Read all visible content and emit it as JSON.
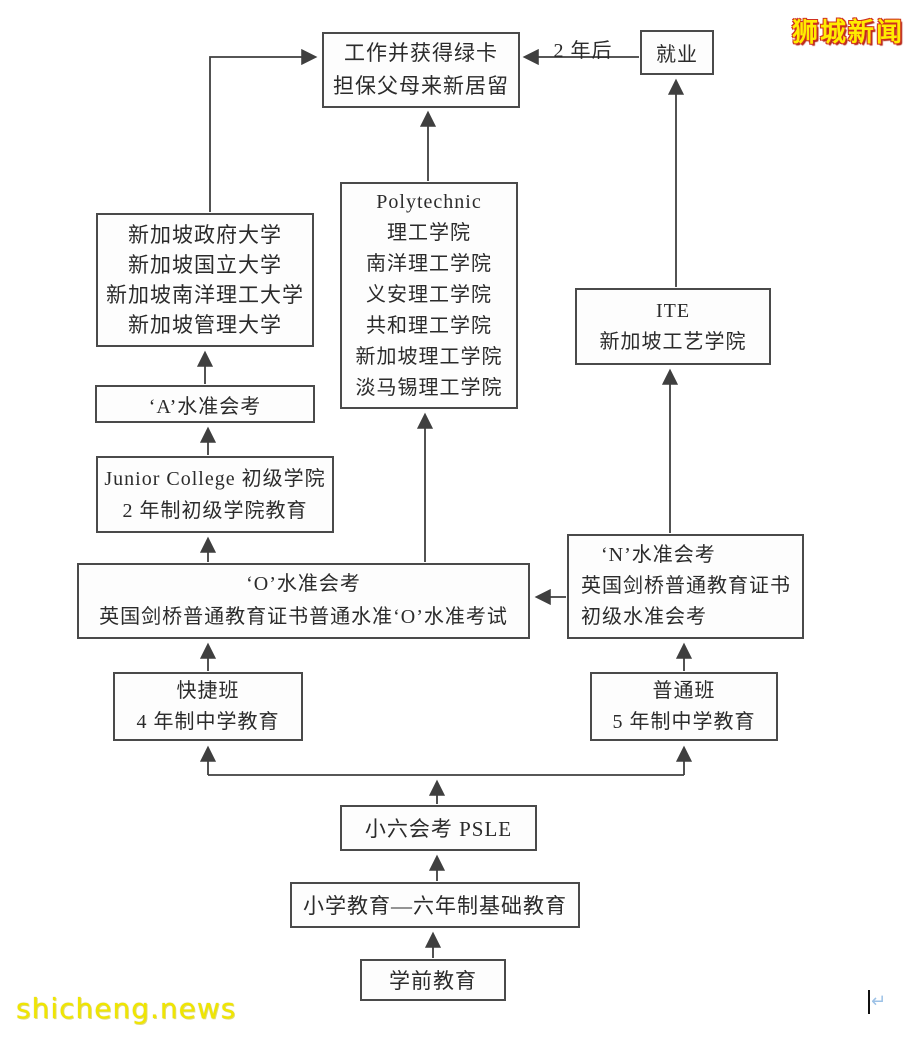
{
  "watermarks": {
    "top_right": "狮城新闻",
    "bottom_left": "shicheng.news"
  },
  "edge_labels": {
    "two_years_after": "2 年后"
  },
  "icons": {
    "return_mark": "↵"
  },
  "colors": {
    "line": "#3f3f3f",
    "box_border": "#4a4a4a",
    "text": "#2b2b2b",
    "watermark_yellow": "#ffec00",
    "watermark_red_outline": "#d03020",
    "return_mark_blue": "#9cc1e6"
  },
  "nodes": {
    "work_green_card": {
      "lines": [
        "工作并获得绿卡",
        "担保父母来新居留"
      ]
    },
    "employment": {
      "lines": [
        "就业"
      ]
    },
    "universities": {
      "lines": [
        "新加坡政府大学",
        "新加坡国立大学",
        "新加坡南洋理工大学",
        "新加坡管理大学"
      ]
    },
    "polytechnic": {
      "lines": [
        "Polytechnic",
        "理工学院",
        "南洋理工学院",
        "义安理工学院",
        "共和理工学院",
        "新加坡理工学院",
        "淡马锡理工学院"
      ]
    },
    "ite": {
      "lines": [
        "ITE",
        "新加坡工艺学院"
      ]
    },
    "a_level": {
      "lines": [
        "‘A’水准会考"
      ]
    },
    "junior_college": {
      "lines": [
        "Junior College 初级学院",
        "2 年制初级学院教育"
      ]
    },
    "o_level": {
      "lines": [
        "‘O’水准会考",
        "英国剑桥普通教育证书普通水准‘O’水准考试"
      ]
    },
    "n_level": {
      "lines": [
        "‘N’水准会考",
        "英国剑桥普通教育证书",
        "初级水准会考"
      ]
    },
    "express_stream": {
      "lines": [
        "快捷班",
        "4 年制中学教育"
      ]
    },
    "normal_stream": {
      "lines": [
        "普通班",
        "5 年制中学教育"
      ]
    },
    "psle": {
      "lines": [
        "小六会考 PSLE"
      ]
    },
    "primary_education": {
      "lines": [
        "小学教育—六年制基础教育"
      ]
    },
    "preschool": {
      "lines": [
        "学前教育"
      ]
    }
  }
}
